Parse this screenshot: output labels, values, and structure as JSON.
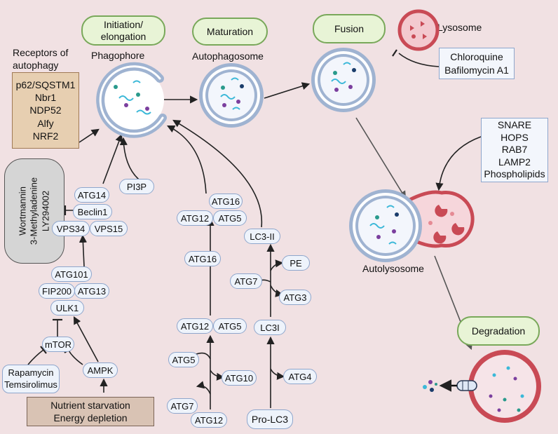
{
  "stages": {
    "initiation": "Initiation/\nelongation",
    "maturation": "Maturation",
    "fusion": "Fusion",
    "degradation": "Degradation"
  },
  "labels": {
    "phagophore": "Phagophore",
    "autophagosome": "Autophagosome",
    "lysosome": "Lysosome",
    "autolysosome": "Autolysosome",
    "receptors_title": "Receptors of\nautophagy"
  },
  "receptors": [
    "p62/SQSTM1",
    "Nbr1",
    "NDP52",
    "Alfy",
    "NRF2"
  ],
  "lysosome_inhibitors": [
    "Chloroquine",
    "Bafilomycin A1"
  ],
  "fusion_factors": [
    "SNARE",
    "HOPS",
    "RAB7",
    "LAMP2",
    "Phospholipids"
  ],
  "pi3k_inhibitors": [
    "Wortmannin",
    "3-Methyladenine",
    "LY294002"
  ],
  "mtor_inhibitors": [
    "Rapamycin",
    "Temsirolimus"
  ],
  "stimuli": [
    "Nutrient starvation",
    "Energy depletion"
  ],
  "proteins": {
    "atg14": "ATG14",
    "pi3p": "PI3P",
    "beclin1": "Beclin1",
    "vps34": "VPS34",
    "vps15": "VPS15",
    "atg101": "ATG101",
    "fip200": "FIP200",
    "atg13": "ATG13",
    "ulk1": "ULK1",
    "mtor": "mTOR",
    "ampk": "AMPK",
    "atg16_top": "ATG16",
    "atg12_top": "ATG12",
    "atg5_top": "ATG5",
    "atg16_mid": "ATG16",
    "atg12_mid": "ATG12",
    "atg5_mid": "ATG5",
    "atg5_low": "ATG5",
    "atg10": "ATG10",
    "atg7_left": "ATG7",
    "atg12_bottom": "ATG12",
    "lc3ii": "LC3-II",
    "pe": "PE",
    "atg7_right": "ATG7",
    "atg3": "ATG3",
    "lc3i": "LC3I",
    "atg4": "ATG4",
    "prolc3": "Pro-LC3"
  },
  "colors": {
    "background": "#f1e1e3",
    "stage_fill": "#e8f4d6",
    "stage_border": "#79a85a",
    "pill_fill": "#eef3fb",
    "pill_border": "#8ea6cc",
    "tan_box": "#e7cfb1",
    "lysosome": "#c94a55",
    "membrane": "#9fb3d1",
    "cargo_cyan": "#3bb8d8",
    "cargo_teal": "#2a9a8c",
    "cargo_purple": "#7b3f9e"
  }
}
